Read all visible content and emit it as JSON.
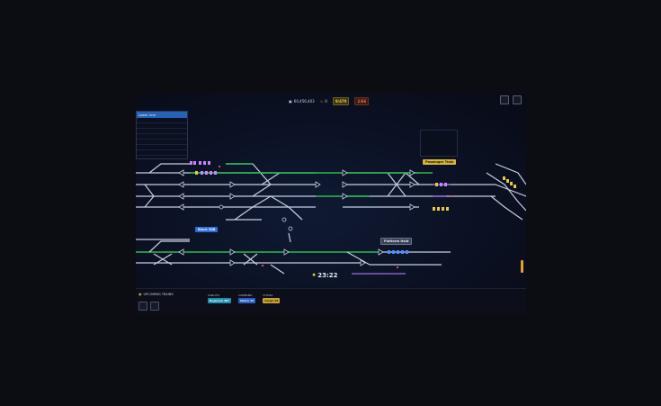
{
  "topbar": {
    "score_label": "60,456,403",
    "stars": "0",
    "badge_yellow": "9/470",
    "badge_red": "2/66"
  },
  "panel_tl": {
    "header": "Lower Line"
  },
  "labels": {
    "platform_yellow": "Passenger Train",
    "blue_signal": "Block 38B",
    "gray_box": "Platform Hold"
  },
  "clock": {
    "time": "23:22",
    "sub": "▸▸"
  },
  "bottom": {
    "title": "UPCOMING TRAINS",
    "trains": [
      {
        "code": "CARLITO",
        "tag": "Regional 407",
        "style": "cyan"
      },
      {
        "code": "CORBANO",
        "tag": "Metro 45",
        "style": "blue"
      },
      {
        "code": "CITOSA",
        "tag": "Cargo 25",
        "style": "gold"
      }
    ]
  },
  "colors": {
    "track_white": "#c7cee2",
    "track_green": "#2dbb4c",
    "track_purple": "#9b6fe0",
    "accent_yellow": "#d9b53a",
    "accent_blue": "#2e6fd6"
  }
}
